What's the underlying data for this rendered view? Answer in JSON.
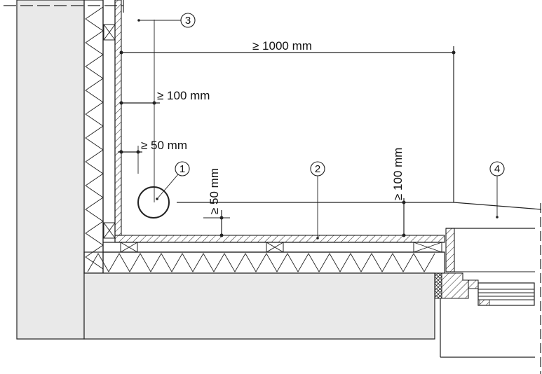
{
  "dimensions": {
    "top_width": "≥ 1000 mm",
    "wall_gap": "≥ 100 mm",
    "pipe_gap": "≥ 50 mm",
    "floor_gap": "≥ 50 mm",
    "right_height": "≥ 100 mm"
  },
  "callouts": {
    "pipe": "1",
    "floor": "2",
    "wall": "3",
    "slope": "4"
  }
}
